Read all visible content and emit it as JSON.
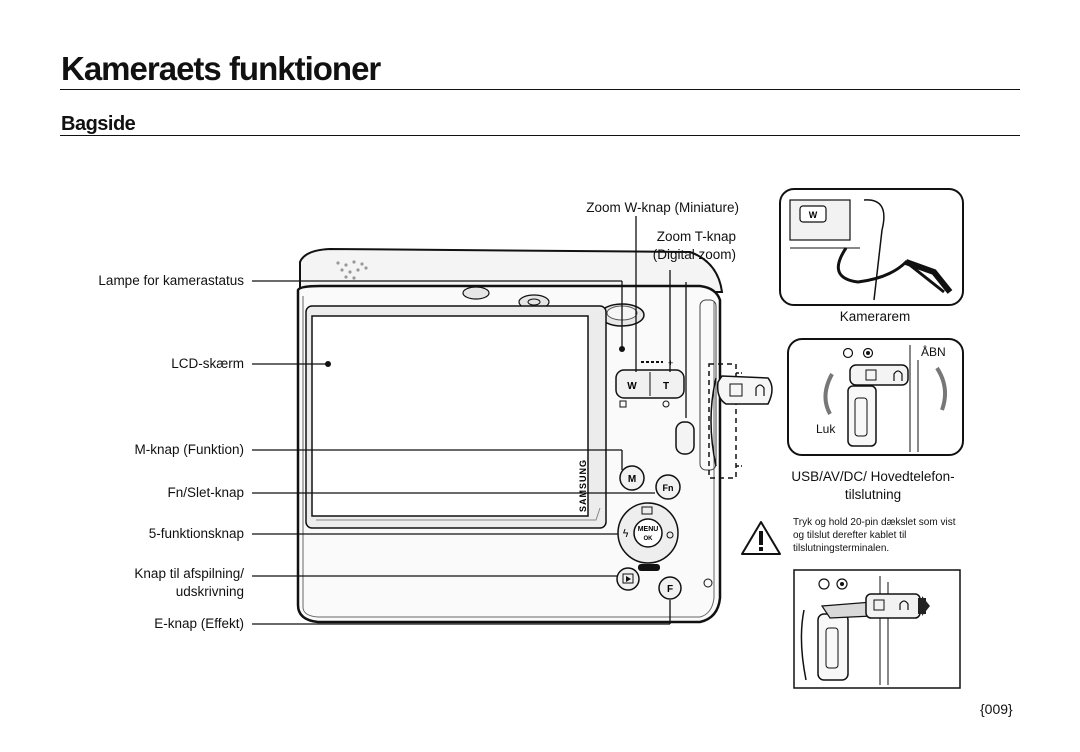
{
  "page": {
    "title": "Kameraets funktioner",
    "section": "Bagside",
    "page_number": "{009}"
  },
  "callouts_left": {
    "status_lamp": "Lampe for kamerastatus",
    "lcd": "LCD-skærm",
    "m_button": "M-knap (Funktion)",
    "fn_button": "Fn/Slet-knap",
    "five_function": "5-funktionsknap",
    "playback_line1": "Knap til afspilning/",
    "playback_line2": "udskrivning",
    "e_button": "E-knap (Effekt)"
  },
  "callouts_top": {
    "zoom_w": "Zoom W-knap (Miniature)",
    "zoom_t_line1": "Zoom T-knap",
    "zoom_t_line2": "(Digital zoom)"
  },
  "inset_strap": {
    "caption": "Kamerarem"
  },
  "inset_port": {
    "open_label": "ÅBN",
    "close_label": "Luk",
    "caption_line1": "USB/AV/DC/ Hovedtelefon-",
    "caption_line2": "tilslutning"
  },
  "warning": {
    "text": "Tryk og hold 20-pin dækslet som vist og tilslut derefter kablet til tilslutningsterminalen."
  },
  "camera_marks": {
    "brand": "SAMSUNG",
    "w_key": "W",
    "t_key": "T",
    "m_key": "M",
    "fn_key": "Fn",
    "menu_key": "MENU",
    "ok_key": "OK",
    "f_key": "F"
  }
}
